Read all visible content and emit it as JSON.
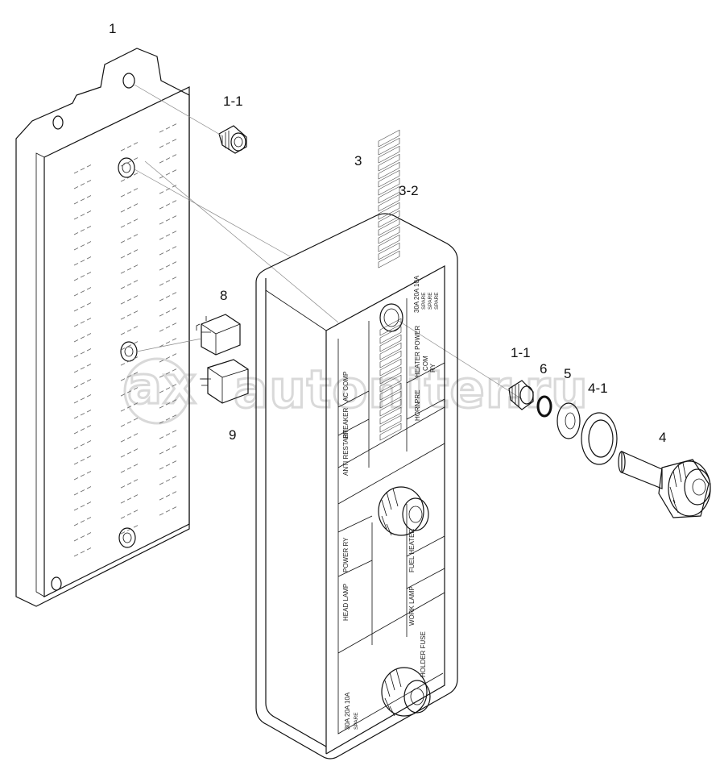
{
  "callouts": {
    "c1": "1",
    "c1_1a": "1-1",
    "c3": "3",
    "c3_2": "3-2",
    "c8": "8",
    "c9": "9",
    "c1_1b": "1-1",
    "c6": "6",
    "c5": "5",
    "c4_1": "4-1",
    "c4": "4"
  },
  "watermark": "autoniter.ru",
  "fuse_box_labels": {
    "spare_top_1": "SPARE",
    "spare_top_2": "SPARE",
    "spare_top_3": "SPARE",
    "amps_top": "30A 20A 10A",
    "horn": "HORN",
    "heater_power": "HEATER POWER",
    "com": "COM",
    "pre": "PRE",
    "ry": "RY",
    "breaker": "BREAKER",
    "ac_comp": "AC COMP",
    "anti_restart": "ANTI RESTART",
    "power_ry": "POWER RY",
    "fuel_heater": "FUEL HEATER",
    "head_lamp": "HEAD LAMP",
    "work_lamp": "WORK LAMP",
    "holder_fuse": "HOLDER FUSE",
    "amps_bottom": "30A 20A 10A",
    "spare_bottom": "SPARE"
  }
}
